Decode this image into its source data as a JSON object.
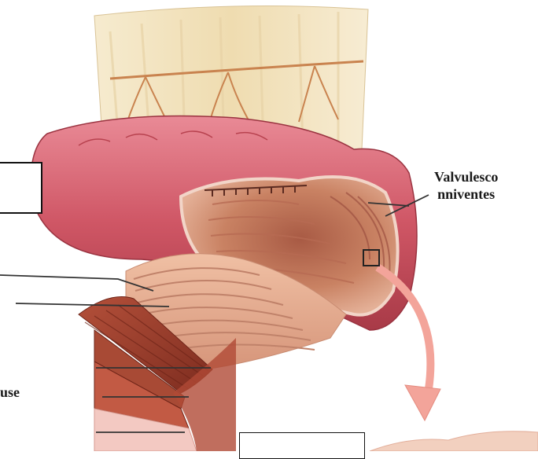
{
  "labels": {
    "valvules_line1": "Valvulesco",
    "valvules_line2": "nniventes",
    "partial_left": "use"
  },
  "colors": {
    "mesentery": "#f1e2bd",
    "vessel": "#c9834f",
    "serosa": "#d86a7a",
    "lumen": "#c98263",
    "fold": "#e4a98a",
    "muscle": "#9a3d2b",
    "submucosa": "#f3c9c2",
    "arrow": "#f3a49a",
    "leader": "#333333"
  },
  "icons": {
    "magnify_box": "square-outline-icon",
    "zoom_arrow": "curved-arrow-icon"
  }
}
